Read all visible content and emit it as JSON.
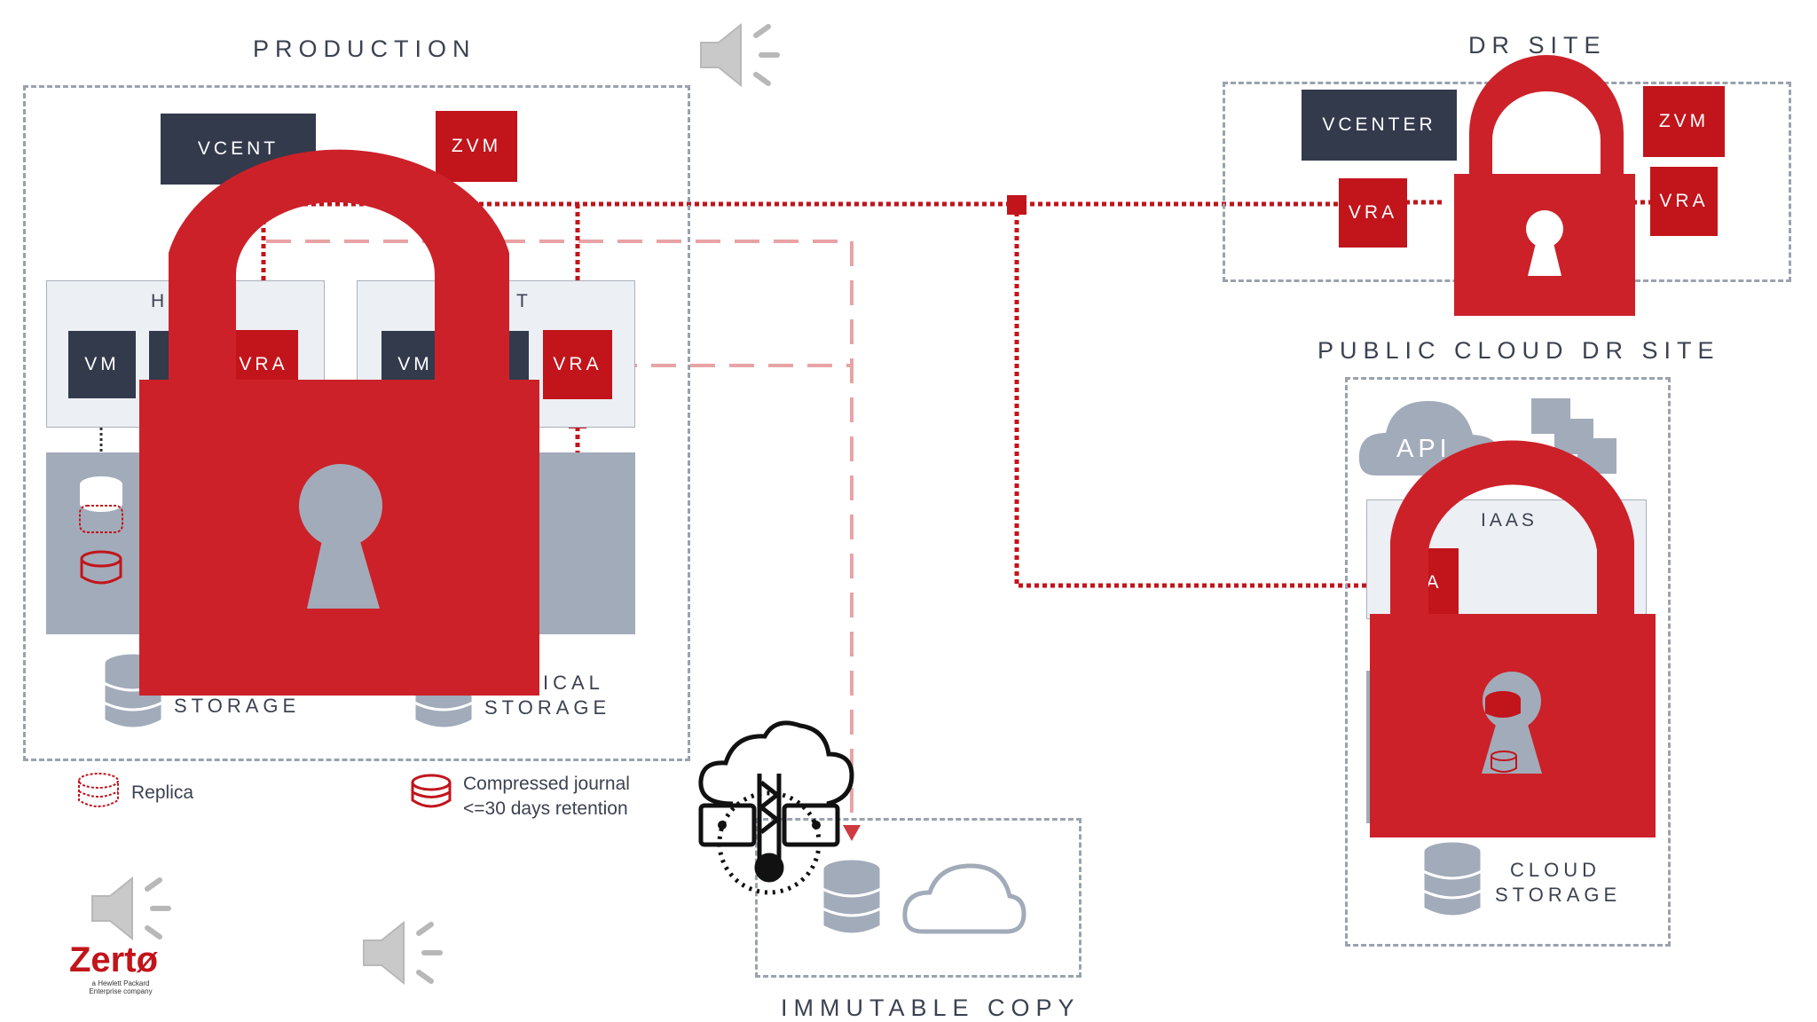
{
  "production": {
    "title": "PRODUCTION",
    "vcenter_label": "VCENT",
    "zvm_label": "ZVM",
    "host1_label": "H",
    "host2_label": "T",
    "vm_label": "VM",
    "vra_label": "VRA",
    "storage1_label": "STORAGE",
    "storage2_label_line1": "ICAL",
    "storage2_label_line2": "STORAGE"
  },
  "dr_site": {
    "title": "DR SITE",
    "vcenter_label": "VCENTER",
    "zvm_label": "ZVM",
    "vra_left_label": "VRA",
    "vra_right_label": "VRA"
  },
  "public_cloud": {
    "title": "PUBLIC CLOUD DR SITE",
    "api_label": "API",
    "iaas_label": "IAAS",
    "vra_label": "A",
    "cloud_storage_line1": "CLOUD",
    "cloud_storage_line2": "STORAGE"
  },
  "immutable": {
    "title": "IMMUTABLE COPY"
  },
  "legend": {
    "replica": "Replica",
    "journal_line1": "Compressed journal",
    "journal_line2": "<=30 days retention"
  },
  "logo": {
    "brand": "Zertø",
    "tag_line1": "a Hewlett Packard",
    "tag_line2": "Enterprise company"
  },
  "colors": {
    "accent_red": "#c2141b",
    "lock_red": "#cc2129",
    "dark_box": "#323a4c",
    "storage_gray": "#a2abb9"
  }
}
